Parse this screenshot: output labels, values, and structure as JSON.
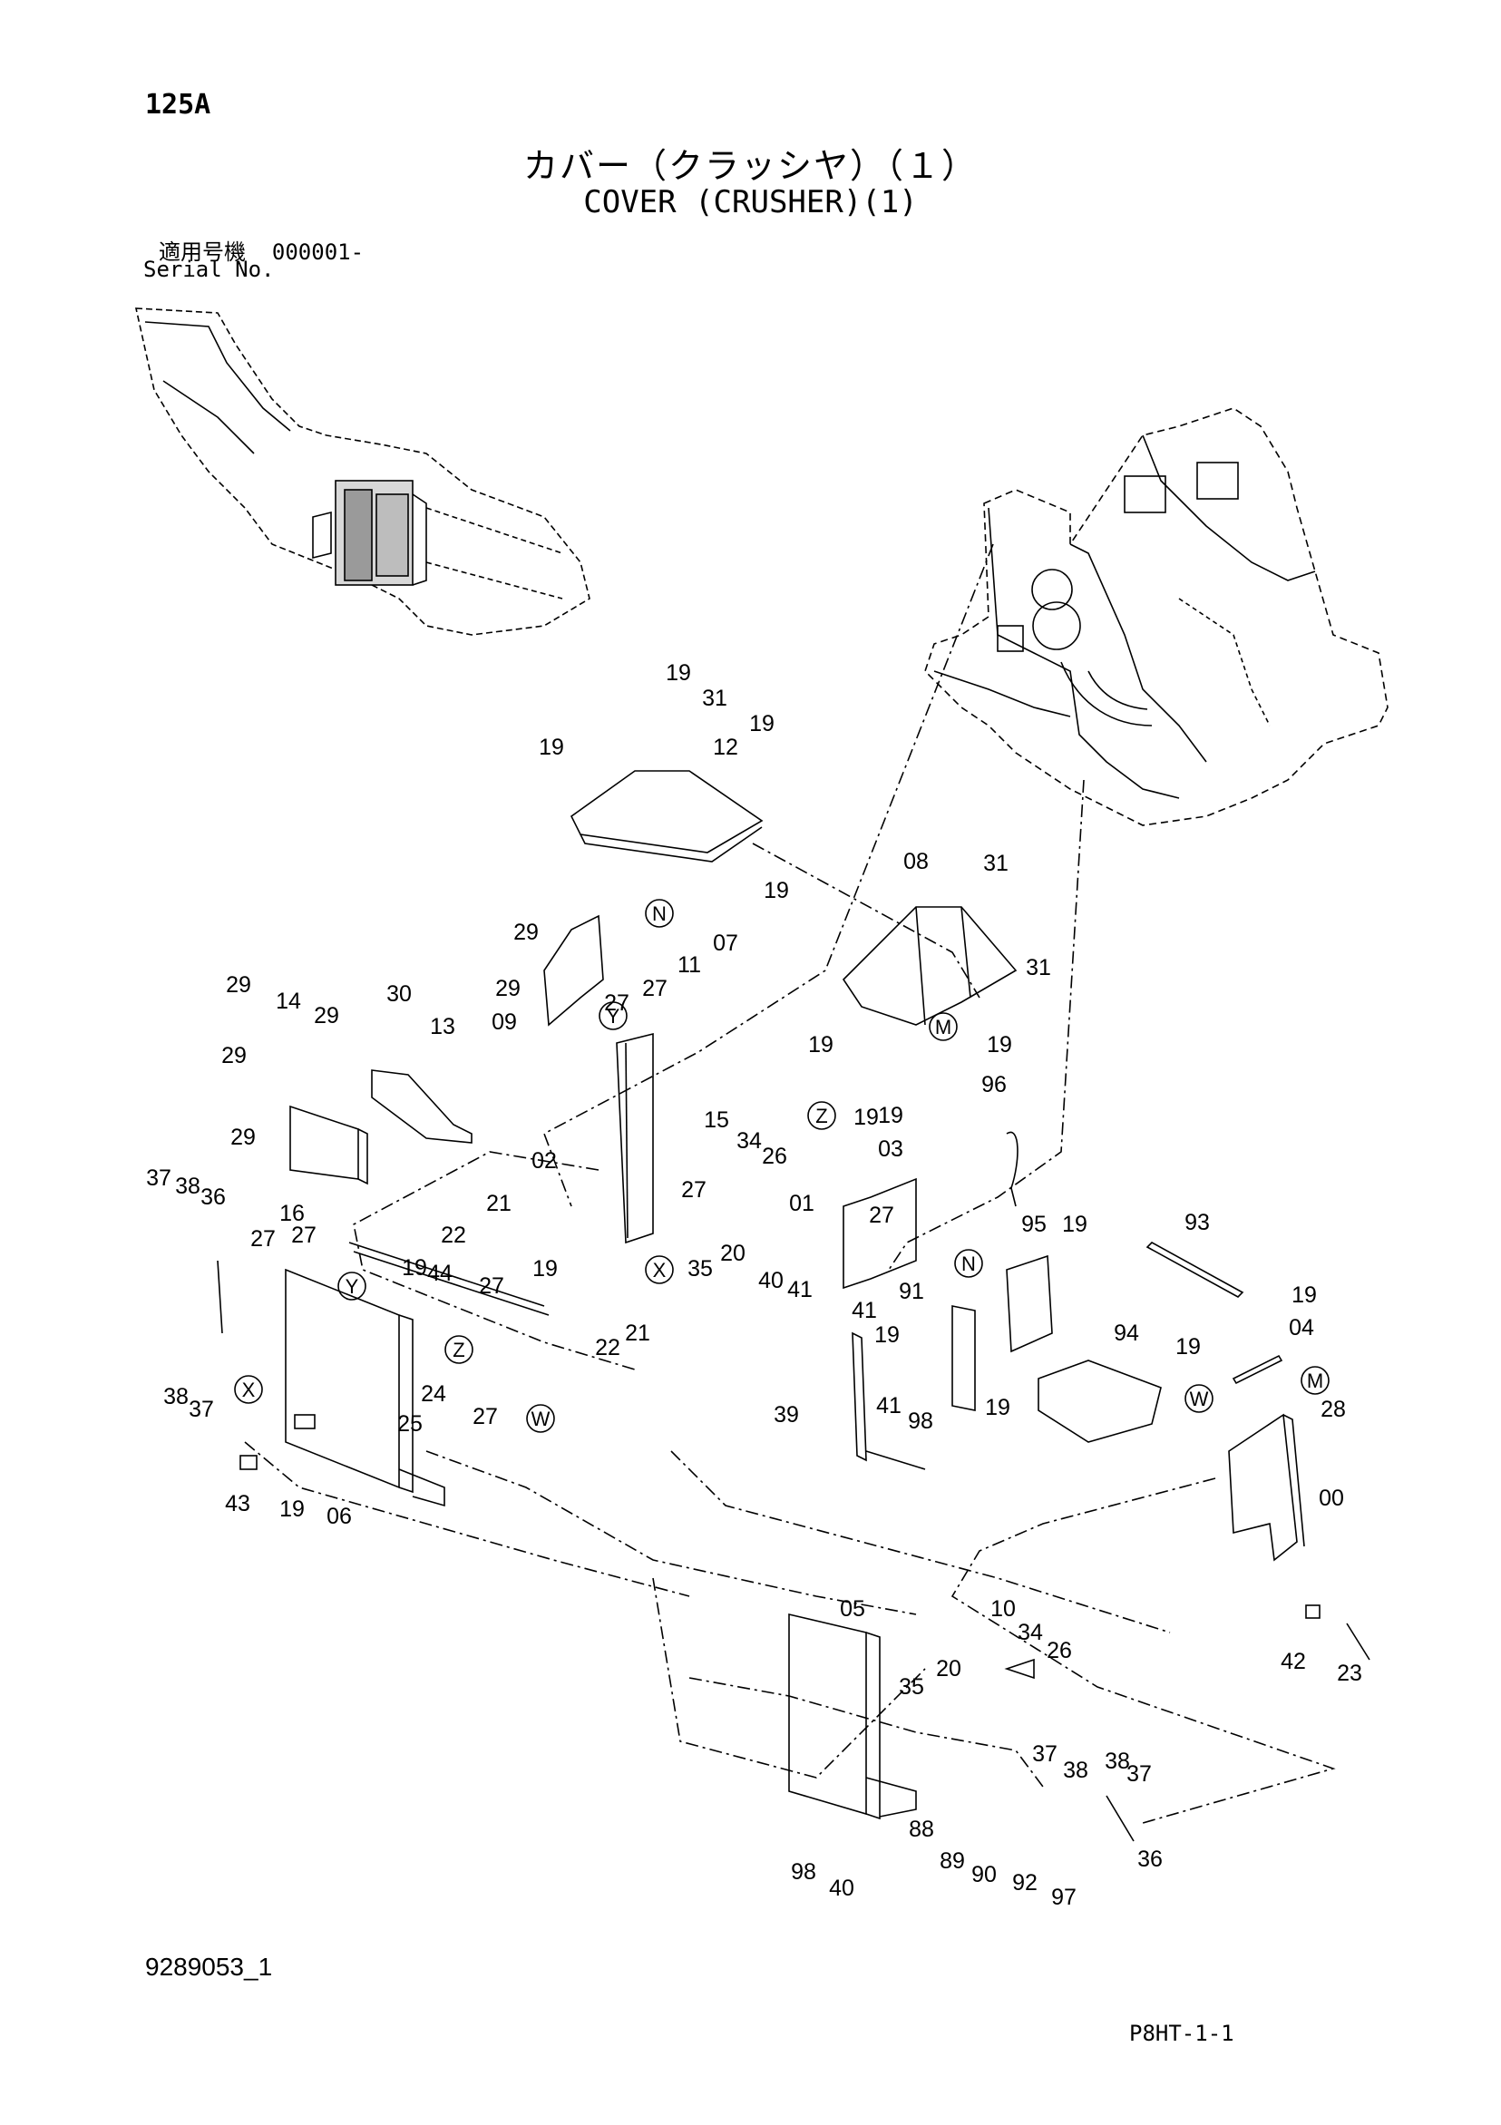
{
  "header": {
    "page_number": "125A",
    "title_jp": "カバー（クラッシヤ）（１）",
    "title_en": "COVER (CRUSHER)(1)",
    "serial_label_jp": "適用号機",
    "serial_value": "000001-",
    "serial_label_en": "Serial No."
  },
  "footer": {
    "document_id": "9289053_1",
    "sheet_ref": "P8HT-1-1"
  },
  "callouts": [
    "19",
    "31",
    "19",
    "19",
    "12",
    "08",
    "31",
    "19",
    "07",
    "29",
    "11",
    "27",
    "31",
    "29",
    "30",
    "29",
    "14",
    "27",
    "29",
    "13",
    "09",
    "19",
    "19",
    "29",
    "19",
    "15",
    "34",
    "26",
    "29",
    "02",
    "27",
    "19",
    "03",
    "96",
    "01",
    "27",
    "16",
    "27",
    "22",
    "21",
    "20",
    "35",
    "40",
    "41",
    "95",
    "19",
    "93",
    "37",
    "38",
    "36",
    "27",
    "19",
    "44",
    "27",
    "19",
    "41",
    "91",
    "19",
    "94",
    "19",
    "22",
    "21",
    "04",
    "19",
    "28",
    "19",
    "39",
    "41",
    "98",
    "38",
    "37",
    "24",
    "25",
    "27",
    "00",
    "43",
    "19",
    "06",
    "05",
    "10",
    "34",
    "26",
    "20",
    "35",
    "42",
    "23",
    "37",
    "38",
    "38",
    "37",
    "88",
    "89",
    "90",
    "92",
    "97",
    "36",
    "98",
    "40"
  ],
  "markers": [
    "N",
    "Y",
    "M",
    "Z",
    "X",
    "N",
    "Y",
    "Z",
    "W",
    "X",
    "W",
    "M"
  ]
}
